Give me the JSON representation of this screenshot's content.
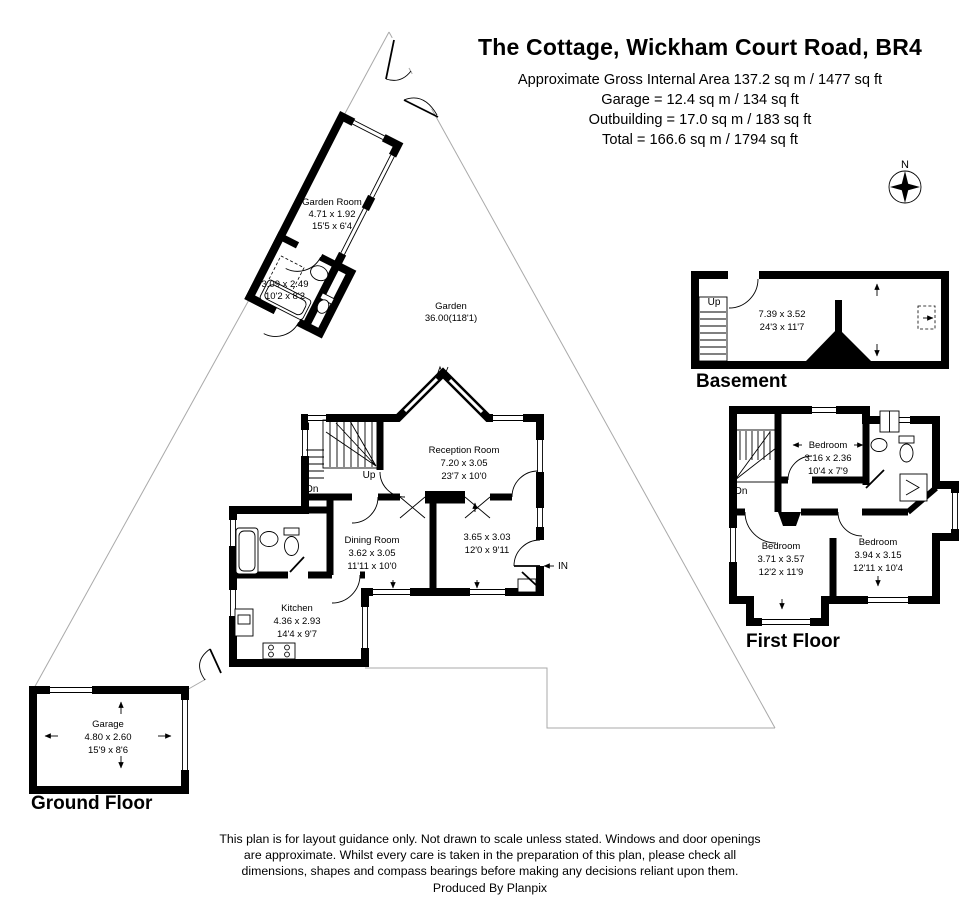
{
  "header": {
    "title": "The Cottage, Wickham Court Road, BR4",
    "line1": "Approximate Gross Internal Area 137.2 sq m / 1477 sq ft",
    "line2": "Garage = 12.4 sq m / 134 sq ft",
    "line3": "Outbuilding = 17.0 sq m / 183 sq ft",
    "line4": "Total = 166.6 sq m / 1794 sq ft"
  },
  "compass": {
    "north_label": "N"
  },
  "floor_labels": {
    "ground": "Ground Floor",
    "basement": "Basement",
    "first": "First Floor"
  },
  "rooms": {
    "garden_room": {
      "name": "Garden Room",
      "metric": "4.71 x 1.92",
      "imperial": "15'5 x 6'4"
    },
    "outbuilding_shower": {
      "metric": "3.09 x 2.49",
      "imperial": "10'2 x 8'2"
    },
    "garden": {
      "name": "Garden",
      "size": "36.00(118'1)"
    },
    "reception": {
      "name": "Reception Room",
      "metric": "7.20 x 3.05",
      "imperial": "23'7 x 10'0"
    },
    "dining": {
      "name": "Dining Room",
      "metric": "3.62 x 3.05",
      "imperial": "11'11 x 10'0"
    },
    "family": {
      "metric": "3.65 x 3.03",
      "imperial": "12'0 x 9'11"
    },
    "kitchen": {
      "name": "Kitchen",
      "metric": "4.36 x 2.93",
      "imperial": "14'4 x 9'7"
    },
    "garage": {
      "name": "Garage",
      "metric": "4.80 x 2.60",
      "imperial": "15'9 x 8'6"
    },
    "basement": {
      "metric": "7.39 x 3.52",
      "imperial": "24'3 x 11'7"
    },
    "bedroom_top": {
      "name": "Bedroom",
      "metric": "3.16 x 2.36",
      "imperial": "10'4 x 7'9"
    },
    "bedroom_left": {
      "name": "Bedroom",
      "metric": "3.71 x 3.57",
      "imperial": "12'2 x 11'9"
    },
    "bedroom_right": {
      "name": "Bedroom",
      "metric": "3.94 x 3.15",
      "imperial": "12'11 x 10'4"
    }
  },
  "annotations": {
    "up_ground": "Up",
    "dn_ground": "Dn",
    "up_basement": "Up",
    "dn_first": "Dn",
    "entrance": "IN"
  },
  "footer": {
    "line1": "This plan is for layout guidance only. Not drawn to scale unless stated. Windows and door openings",
    "line2": "are approximate. Whilst every care is taken in the preparation of this plan, please check all",
    "line3": "dimensions, shapes and compass bearings before making any decisions reliant upon them.",
    "line4": "Produced By Planpix"
  },
  "colors": {
    "walls": "#000000",
    "boundary": "#a9a9a9",
    "background": "#ffffff"
  }
}
